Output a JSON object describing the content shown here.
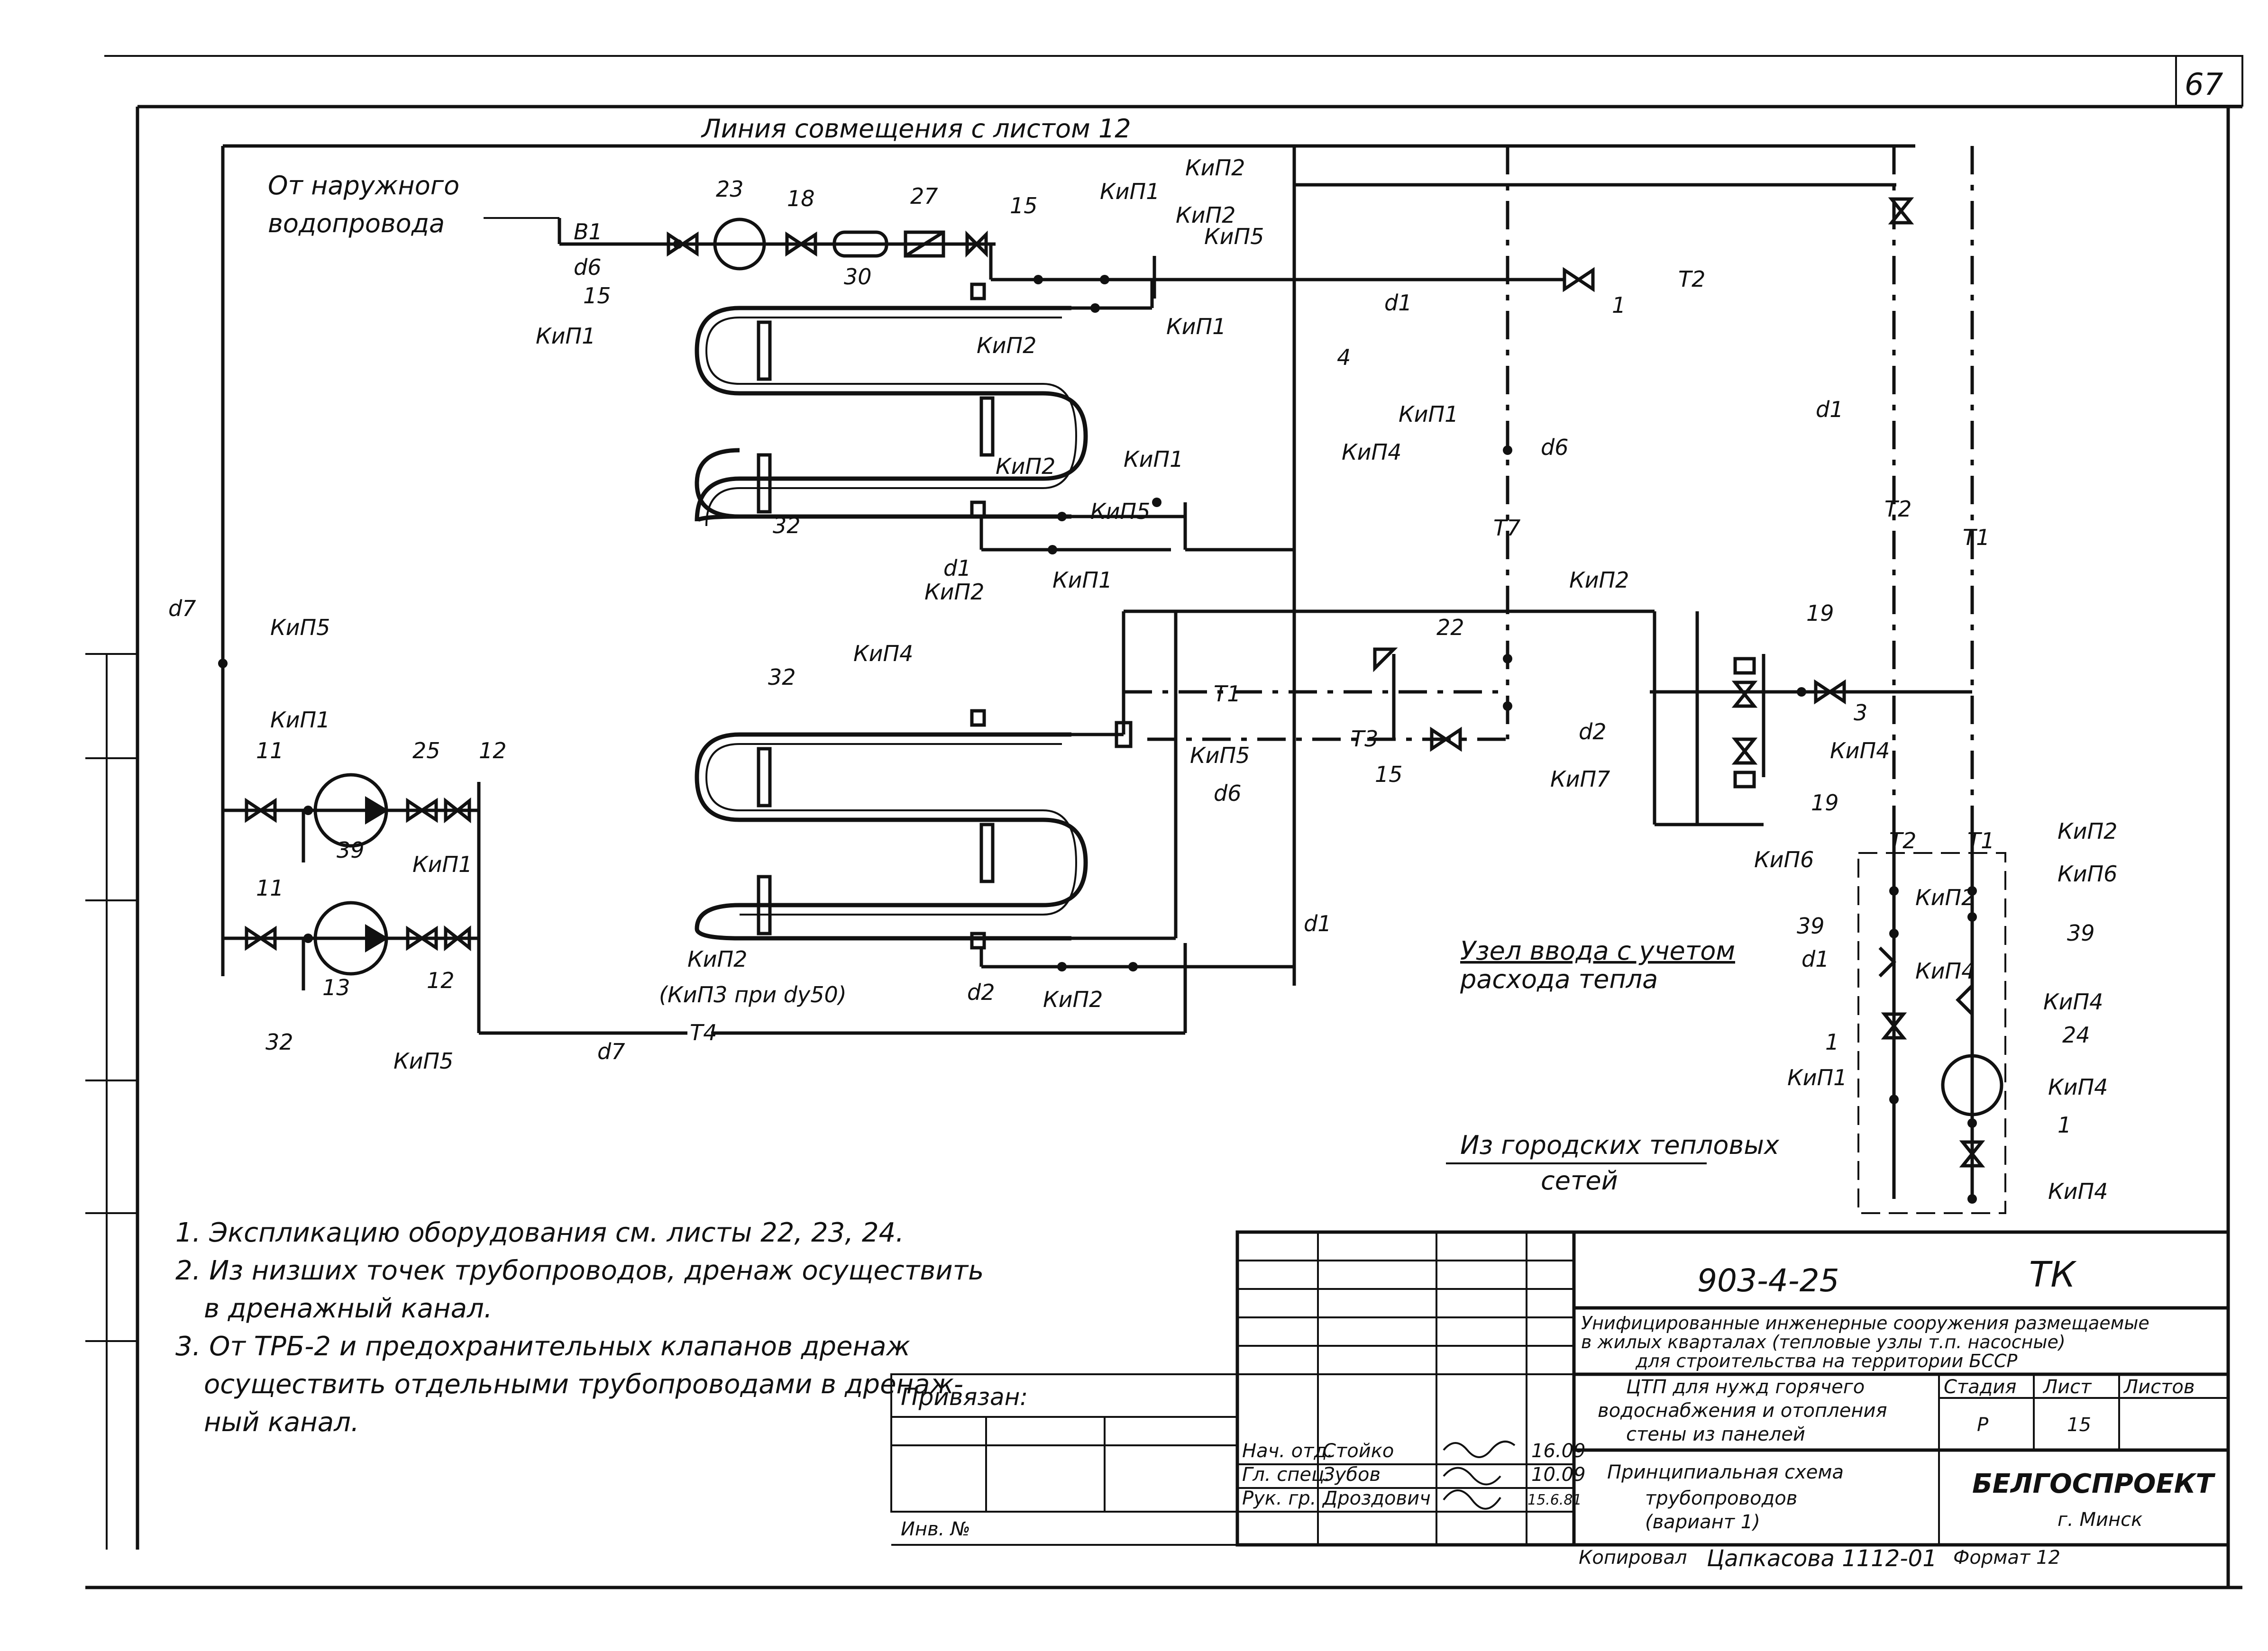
{
  "sheet": {
    "page_number": "67",
    "header_line": "Линия совмещения с листом 12",
    "inlet_label": [
      "От наружного",
      "водопровода"
    ],
    "city_networks_label": [
      "Из городских тепловых",
      "сетей"
    ],
    "heat_meter_label": [
      "Узел ввода с учетом",
      "расхода тепла"
    ],
    "kip3_note": "(КиП3 при dу50)"
  },
  "pipes": {
    "b1": "В1",
    "t1": "Т1",
    "t2": "Т2",
    "t3": "Т3",
    "t4": "Т4",
    "t7": "Т7",
    "d1": "d1",
    "d2": "d2",
    "d6": "d6",
    "d7": "d7"
  },
  "instruments": {
    "kip1": "КиП1",
    "kip2": "КиП2",
    "kip4": "КиП4",
    "kip5": "КиП5",
    "kip6": "КиП6",
    "kip7": "КиП7"
  },
  "positions": [
    "1",
    "3",
    "4",
    "11",
    "12",
    "13",
    "15",
    "18",
    "19",
    "22",
    "23",
    "24",
    "25",
    "27",
    "30",
    "32",
    "39"
  ],
  "notes": [
    "1. Экспликацию оборудования см. листы 22, 23, 24.",
    "2. Из низших точек трубопроводов, дренаж осуществить",
    "в дренажный канал.",
    "3. От ТРБ-2 и предохранительных клапанов дренаж",
    "осуществить отдельными трубопроводами в дренаж-",
    "ный канал."
  ],
  "title_block": {
    "project_code": "903-4-25",
    "mark": "ТК",
    "description": [
      "Унифицированные инженерные сооружения размещаемые",
      "в жилых кварталах (тепловые узлы т.п. насосные)",
      "для строительства на территории БССР"
    ],
    "section_title": [
      "ЦТП для нужд горячего",
      "водоснабжения и отопления",
      "стены из панелей"
    ],
    "drawing_title": [
      "Принципиальная схема",
      "трубопроводов",
      "(вариант 1)"
    ],
    "stage_header": "Стадия",
    "sheet_header": "Лист",
    "sheets_header": "Листов",
    "stage": "Р",
    "sheet_no": "15",
    "organization": "БЕЛГОСПРОЕКТ",
    "city": "г. Минск",
    "bound_label": "Привязан:",
    "inv_label": "Инв. №",
    "signatures": [
      {
        "role": "Нач. отд.",
        "name": "Стойко",
        "date": "16.09"
      },
      {
        "role": "Гл. спец.",
        "name": "Зубов",
        "date": "10.09"
      },
      {
        "role": "Рук. гр.",
        "name": "Дроздович",
        "date": "15.6.81"
      }
    ],
    "copied": "Копировал",
    "album": "Цапкасова 1112-01",
    "format": "Формат 12"
  }
}
